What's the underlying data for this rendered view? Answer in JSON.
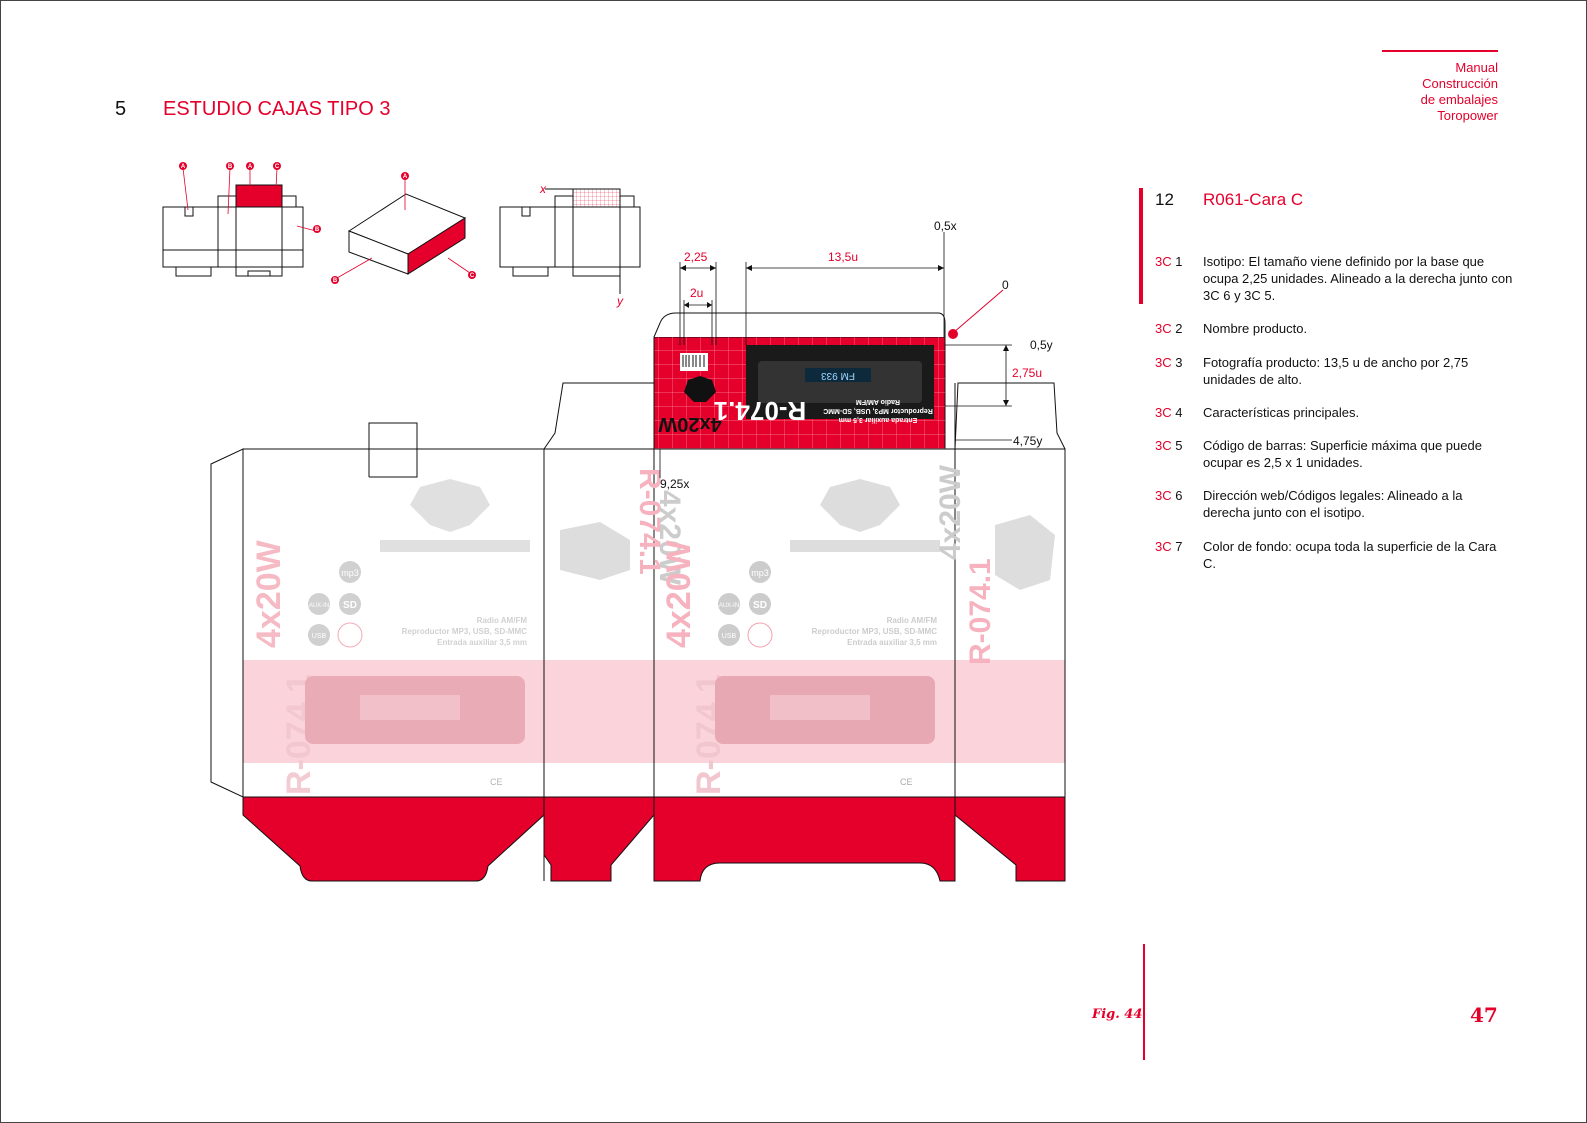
{
  "header": {
    "manual_lines": [
      "Manual",
      "Construcción",
      "de embalajes",
      "Toropower"
    ],
    "section_number": "5",
    "section_title": "ESTUDIO CAJAS TIPO 3"
  },
  "diagram": {
    "face_markers": [
      "A",
      "B",
      "A",
      "C",
      "B",
      "A",
      "B",
      "C"
    ],
    "axis_labels": {
      "x": "x",
      "y": "y"
    },
    "dimensions": {
      "d_225": "2,25",
      "d_135u": "13,5u",
      "d_2u": "2u",
      "d_05x": "0,5x",
      "d_0": "0",
      "d_05y": "0,5y",
      "d_275u": "2,75u",
      "d_475y": "4,75y",
      "d_925x": "9,25x"
    },
    "artwork": {
      "model": "R-074.1",
      "power": "4x20W",
      "features": [
        "Radio AM/FM",
        "Reproductor MP3, USB, SD-MMC",
        "Entrada auxiliar 3,5 mm"
      ],
      "display_text": "FM 933",
      "badges": [
        "mp3",
        "AUX-IN",
        "SD",
        "USB"
      ]
    }
  },
  "item": {
    "number": "12",
    "title": "R061-Cara C"
  },
  "specs": [
    {
      "code": "3C",
      "num": "1",
      "text": "Isotipo: El tamaño viene definido por la base que ocupa 2,25 unidades. Alineado a la derecha junto con 3C 6 y 3C 5."
    },
    {
      "code": "3C",
      "num": "2",
      "text": "Nombre producto."
    },
    {
      "code": "3C",
      "num": "3",
      "text": "Fotografía producto: 13,5 u de ancho por 2,75 unidades de alto."
    },
    {
      "code": "3C",
      "num": "4",
      "text": "Características principales."
    },
    {
      "code": "3C",
      "num": "5",
      "text": "Código de barras: Superficie máxima que puede ocupar es 2,5 x 1 unidades."
    },
    {
      "code": "3C",
      "num": "6",
      "text": "Dirección web/Códigos legales: Alineado a la derecha junto con el isotipo."
    },
    {
      "code": "3C",
      "num": "7",
      "text": "Color de fondo: ocupa toda la superficie de la Cara C."
    }
  ],
  "footer": {
    "figure_label": "Fig. 44",
    "page_number": "47"
  },
  "colors": {
    "accent": "#e4002b",
    "pale_red": "#fbd3da"
  }
}
